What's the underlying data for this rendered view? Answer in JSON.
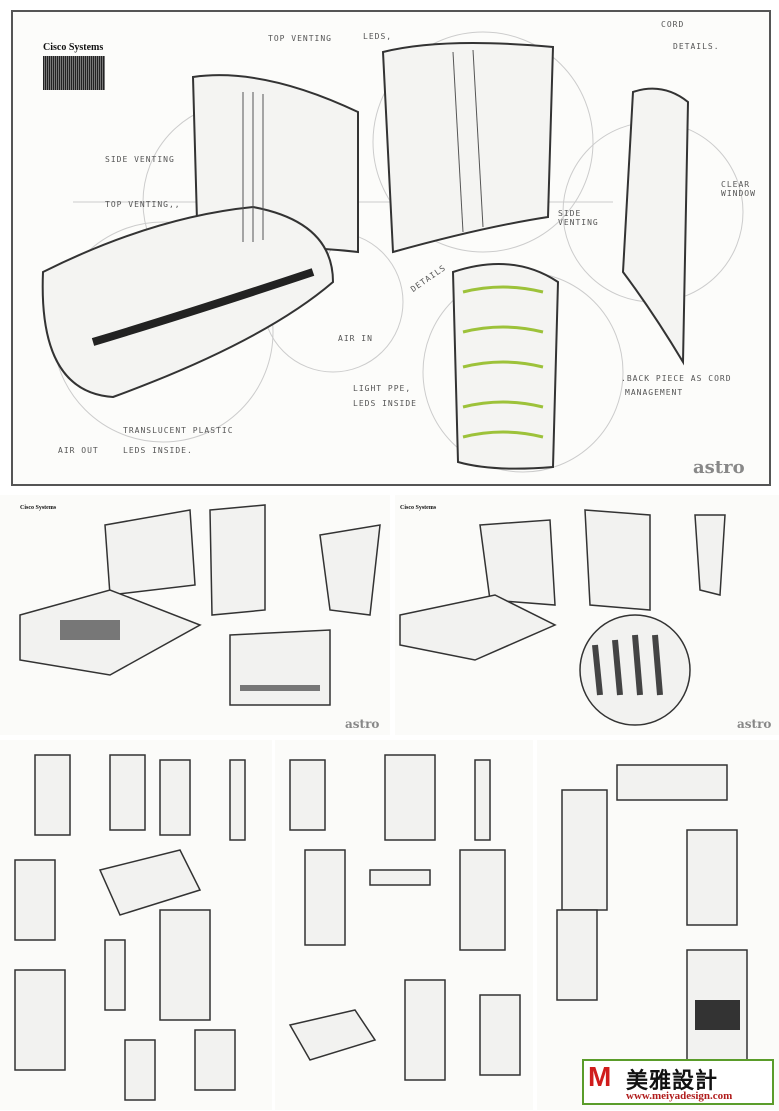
{
  "top_panel": {
    "logo": "Cisco Systems",
    "labels": {
      "top_venting_1": "TOP VENTING",
      "leds": "LEDS,",
      "cord": "CORD",
      "details": "DETAILS.",
      "side_venting_1": "SIDE VENTING",
      "clear_window": "CLEAR WINDOW",
      "top_venting_2": "TOP VENTING,,",
      "side_venting_2": "SIDE VENTING",
      "details_2": "DETAILS",
      "air_in": "AIR IN",
      "light_pipe": "LIGHT PPE,",
      "leds_inside": "LEDS INSIDE",
      "back_piece": ".BACK PIECE AS CORD",
      "management": "MANAGEMENT",
      "translucent": "TRANSLUCENT PLASTIC",
      "air_out": "AIR OUT",
      "leds_inside_2": "LEDS INSIDE."
    },
    "brand": "astro"
  },
  "middle_left": {
    "logo": "Cisco Systems",
    "brand": "astro"
  },
  "middle_right": {
    "logo": "Cisco Systems",
    "brand": "astro"
  },
  "watermark": {
    "logo_letter": "M",
    "chinese_name": "美雅設計",
    "url": "www.meiyadesign.com"
  }
}
